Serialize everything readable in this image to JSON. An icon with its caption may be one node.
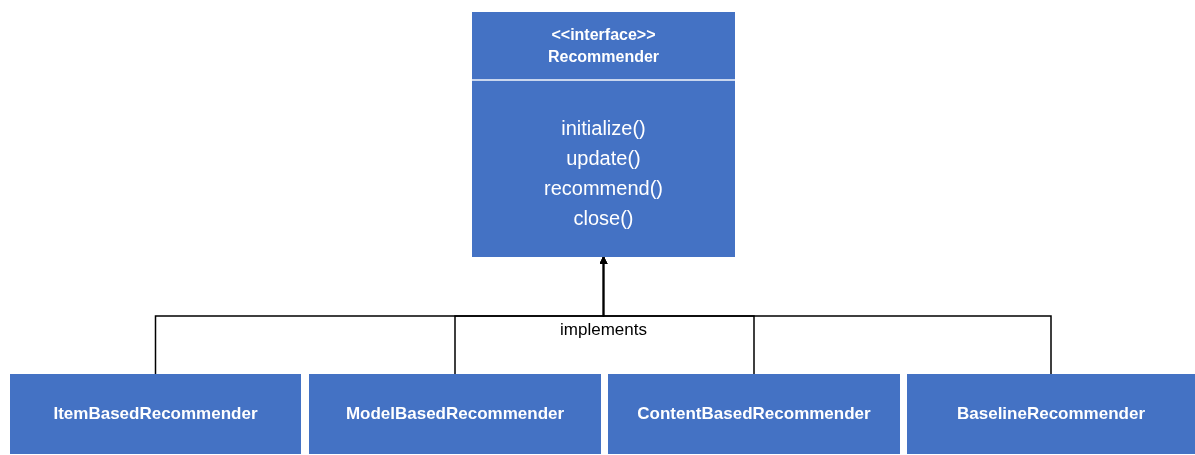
{
  "diagram": {
    "nodes": [
      {
        "text": [
          "<<interface>>",
          "Recommender",
          "initialize()",
          "update()",
          "recommend()",
          "close()"
        ]
      },
      {
        "text": [
          "ItemBasedRecommender"
        ]
      },
      {
        "text": [
          "ModelBasedRecommender"
        ]
      },
      {
        "text": [
          "ContentBasedRecommender"
        ]
      },
      {
        "text": [
          "BaselineRecommender"
        ]
      }
    ],
    "edges": [
      {
        "from": 1,
        "to": 0,
        "arrow": "to",
        "label": "implements"
      },
      {
        "from": 2,
        "to": 0,
        "arrow": "to"
      },
      {
        "from": 3,
        "to": 0,
        "arrow": "to"
      },
      {
        "from": 4,
        "to": 0,
        "arrow": "to"
      }
    ]
  }
}
